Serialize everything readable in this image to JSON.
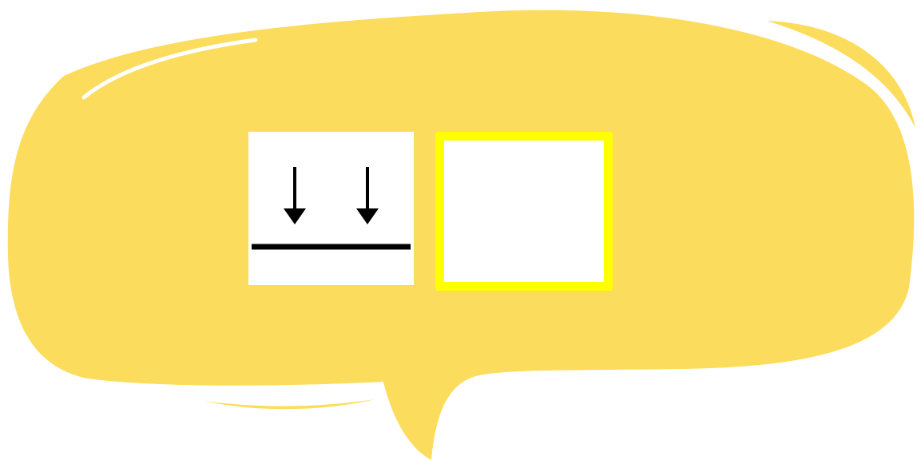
{
  "colors": {
    "bubble_fill": "#fcdc5c",
    "highlight_stroke": "#ffffff",
    "card_background": "#ffffff",
    "symbol_ink": "#000000",
    "answer_border": "#ffff00"
  },
  "bubble": {
    "shape": "speech-bubble",
    "tail": "bottom-center"
  },
  "cards": [
    {
      "id": "symbol-card",
      "icon": "two-down-arrows-onto-line-icon",
      "content": ""
    },
    {
      "id": "answer-card",
      "icon": "",
      "content": ""
    }
  ]
}
